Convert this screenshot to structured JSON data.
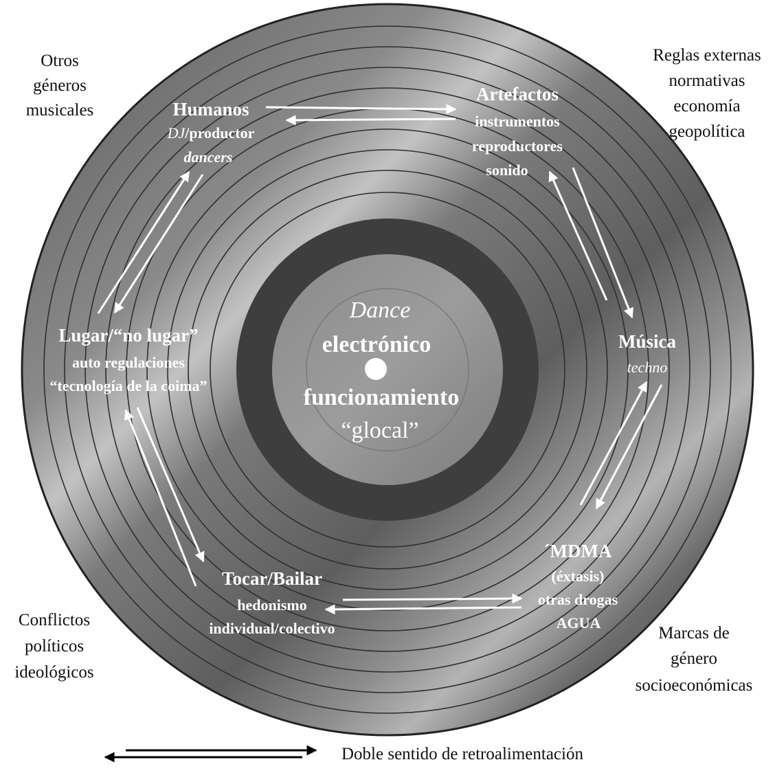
{
  "center": {
    "line1": "Dance",
    "line2": "electrónico",
    "line3": "funcionamiento",
    "line4": "“glocal”"
  },
  "nodes": {
    "humanos": {
      "title": "Humanos",
      "line1_italic": "DJ",
      "line1_rest": "/productor",
      "line2": "dancers"
    },
    "artefactos": {
      "title": "Artefactos",
      "line1": "instrumentos",
      "line2": "reproductores",
      "line3": "sonido"
    },
    "musica": {
      "title": "Música",
      "line1": "techno"
    },
    "mdma": {
      "title": "´MDMA",
      "line1": "(éxtasis)",
      "line2": "otras drogas",
      "line3": "AGUA"
    },
    "tocar": {
      "title": "Tocar/Bailar",
      "line1": "hedonismo",
      "line2": "individual/colectivo"
    },
    "lugar": {
      "title": "Lugar/“no lugar”",
      "line1": "auto regulaciones",
      "line2": "“tecnología de la coima”"
    }
  },
  "outer": {
    "top_left": [
      "Otros",
      "géneros",
      "musicales"
    ],
    "top_right": [
      "Reglas externas",
      "normativas",
      "economía",
      "geopolítica"
    ],
    "bottom_left": [
      "Conflictos",
      "políticos",
      "ideológicos"
    ],
    "bottom_right": [
      "Marcas de",
      "género",
      "socioeconómicas"
    ]
  },
  "legend": {
    "label": "Doble sentido de retroalimentación"
  },
  "colors": {
    "record_dark": "#3a3a3a",
    "record_mid": "#6b6b6b",
    "record_light": "#a0a0a0",
    "label_ring": "#3c3c3c",
    "text_on_record": "#ffffff",
    "text_outside": "#111111"
  }
}
